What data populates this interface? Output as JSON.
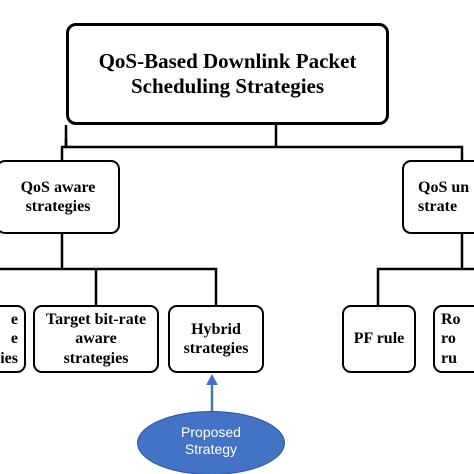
{
  "root": {
    "label": "QoS-Based Downlink Packet\nScheduling Strategies"
  },
  "qos_aware": {
    "label": "QoS aware\nstrategies"
  },
  "qos_unaware": {
    "label": "QoS un\nstrate"
  },
  "children_aware": [
    {
      "label": "e\ne\nies"
    },
    {
      "label": "Target bit-rate\naware\nstrategies"
    },
    {
      "label": "Hybrid\nstrategies"
    }
  ],
  "children_unaware": [
    {
      "label": "PF rule"
    },
    {
      "label": "Ro\nro\nru"
    }
  ],
  "annotation": {
    "label": "Proposed\nStrategy"
  },
  "colors": {
    "box_border": "#000000",
    "box_fill": "#ffffff",
    "ellipse_fill": "#4472c4",
    "arrow": "#4472c4"
  }
}
